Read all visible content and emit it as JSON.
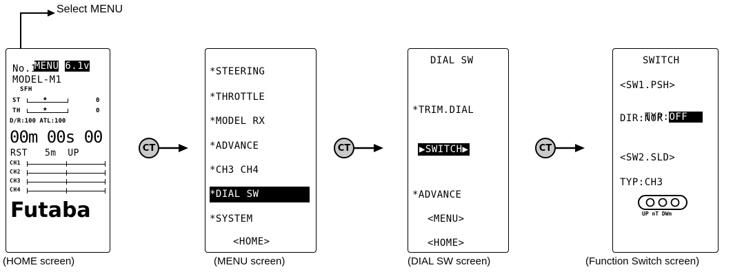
{
  "top_note": "Select MENU",
  "ct_label": "CT",
  "home": {
    "caption": "(HOME screen)",
    "menu_tag": "MENU",
    "voltage": "6.1v",
    "model_no": "No.1",
    "model_name": "MODEL-M1",
    "sfh": "SFH",
    "st_label": "ST",
    "st_val": "0",
    "th_label": "TH",
    "th_val": "0",
    "dr_atl": "D/R:100 ATL:100",
    "timer": "00m 00s 00",
    "timer_row": "RST   5m  UP",
    "ch_labels": [
      "CH1",
      "CH2",
      "CH3",
      "CH4"
    ],
    "brand": "Futaba"
  },
  "menu": {
    "caption": "(MENU screen)",
    "items": [
      "*STEERING",
      "*THROTTLE",
      "*MODEL RX",
      "*ADVANCE",
      "*CH3 CH4",
      "*DIAL SW",
      "*SYSTEM"
    ],
    "selected_index": 5,
    "footer": "<HOME>"
  },
  "dial": {
    "caption": "(DIAL SW screen)",
    "title": "DIAL SW",
    "trim": "*TRIM.DIAL",
    "switch": "▶SWITCH▶",
    "advance": "*ADVANCE",
    "menu_link": "<MENU>",
    "home_link": "<HOME>"
  },
  "func": {
    "caption": "(Function Switch screen)",
    "title": "SWITCH",
    "sw1": "<SW1.PSH>",
    "typ_label": "TYP:",
    "typ_val": "OFF",
    "dir": "DIR:NOR",
    "sw2": "<SW2.SLD>",
    "typ2": "TYP:CH3",
    "pos_labels": "UP nT DWn"
  }
}
